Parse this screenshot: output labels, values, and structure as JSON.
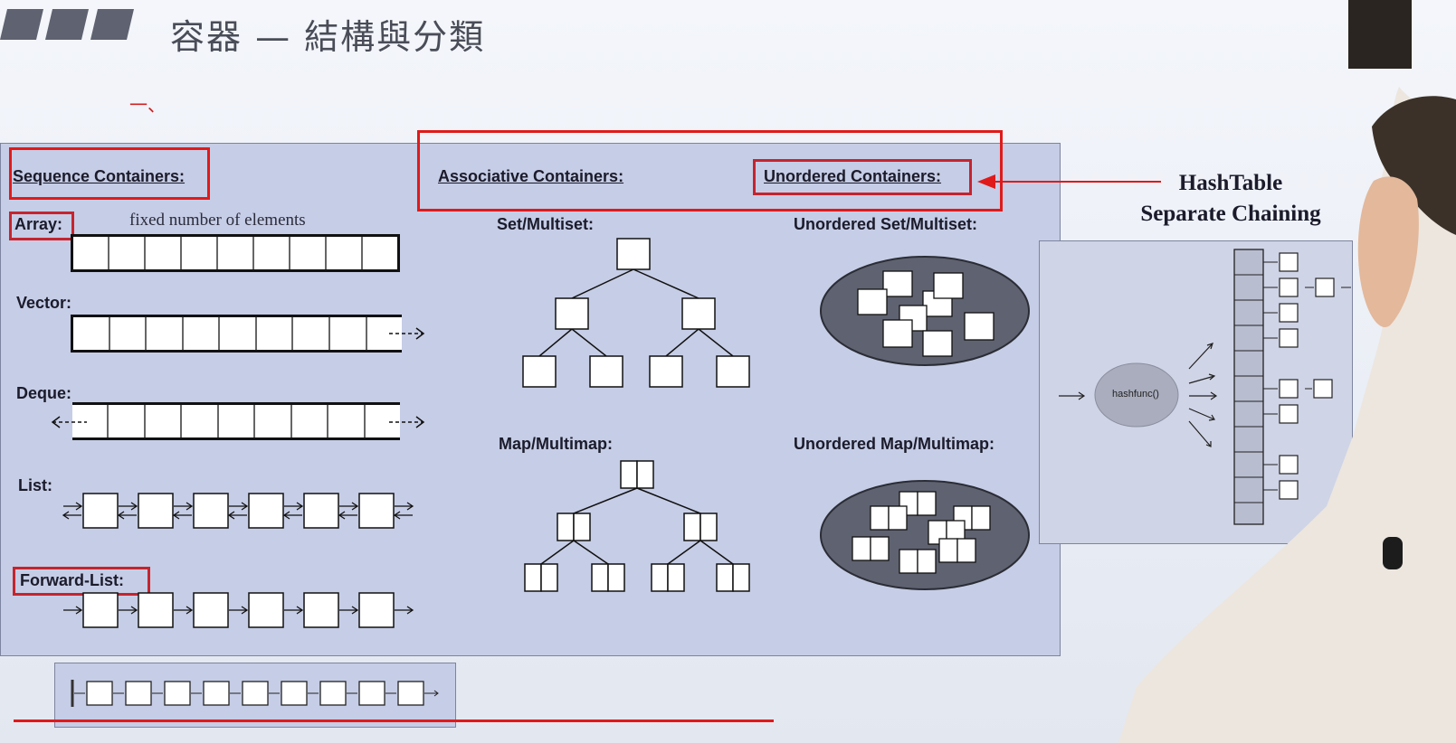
{
  "slide": {
    "title": "容器 — 結構與分類",
    "sub_mark": "一、"
  },
  "headings": {
    "sequence": "Sequence Containers:",
    "associative": "Associative Containers:",
    "unordered": "Unordered Containers:"
  },
  "sequence": {
    "array_label": "Array:",
    "array_note": "fixed number of elements",
    "vector_label": "Vector:",
    "deque_label": "Deque:",
    "list_label": "List:",
    "forward_list_label": "Forward-List:"
  },
  "associative": {
    "set_label": "Set/Multiset:",
    "map_label": "Map/Multimap:"
  },
  "unordered": {
    "set_label": "Unordered Set/Multiset:",
    "map_label": "Unordered Map/Multimap:"
  },
  "hashtable": {
    "title_line1": "HashTable",
    "title_line2": "Separate Chaining",
    "hashfunc": "hashfunc()"
  },
  "colors": {
    "accent_red": "#e01a1a",
    "panel_blue": "#c6cde6",
    "ellipse_gray": "#5f6270"
  }
}
